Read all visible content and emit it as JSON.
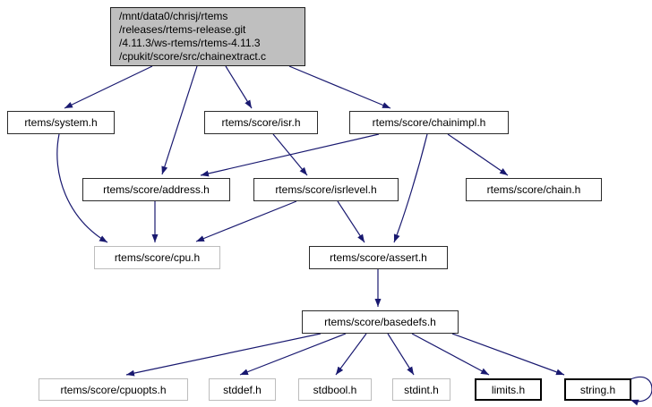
{
  "diagram": {
    "type": "include-dependency-graph",
    "background_color": "#ffffff",
    "edge_color": "#191970",
    "root_fill_color": "#bfbfbf",
    "nodes": [
      {
        "id": "main",
        "label": "/mnt/data0/chrisj/rtems\n/releases/rtems-release.git\n/4.11.3/ws-rtems/rtems-4.11.3\n/cpukit/score/src/chainextract.c",
        "style": "root"
      },
      {
        "id": "system",
        "label": "rtems/system.h",
        "style": "normal"
      },
      {
        "id": "isr",
        "label": "rtems/score/isr.h",
        "style": "normal"
      },
      {
        "id": "chainimpl",
        "label": "rtems/score/chainimpl.h",
        "style": "normal"
      },
      {
        "id": "address",
        "label": "rtems/score/address.h",
        "style": "normal"
      },
      {
        "id": "isrlevel",
        "label": "rtems/score/isrlevel.h",
        "style": "normal"
      },
      {
        "id": "chain",
        "label": "rtems/score/chain.h",
        "style": "normal"
      },
      {
        "id": "cpu",
        "label": "rtems/score/cpu.h",
        "style": "muted"
      },
      {
        "id": "assert",
        "label": "rtems/score/assert.h",
        "style": "normal"
      },
      {
        "id": "basedefs",
        "label": "rtems/score/basedefs.h",
        "style": "normal"
      },
      {
        "id": "cpuopts",
        "label": "rtems/score/cpuopts.h",
        "style": "muted"
      },
      {
        "id": "stddef",
        "label": "stddef.h",
        "style": "muted"
      },
      {
        "id": "stdbool",
        "label": "stdbool.h",
        "style": "muted"
      },
      {
        "id": "stdint",
        "label": "stdint.h",
        "style": "muted"
      },
      {
        "id": "limits",
        "label": "limits.h",
        "style": "bold"
      },
      {
        "id": "string",
        "label": "string.h",
        "style": "bold"
      }
    ],
    "edges": [
      {
        "from": "main",
        "to": "system"
      },
      {
        "from": "main",
        "to": "address"
      },
      {
        "from": "main",
        "to": "isr"
      },
      {
        "from": "main",
        "to": "chainimpl"
      },
      {
        "from": "system",
        "to": "cpu"
      },
      {
        "from": "isr",
        "to": "isrlevel"
      },
      {
        "from": "chainimpl",
        "to": "address"
      },
      {
        "from": "chainimpl",
        "to": "assert"
      },
      {
        "from": "chainimpl",
        "to": "chain"
      },
      {
        "from": "address",
        "to": "cpu"
      },
      {
        "from": "isrlevel",
        "to": "cpu"
      },
      {
        "from": "isrlevel",
        "to": "assert"
      },
      {
        "from": "assert",
        "to": "basedefs"
      },
      {
        "from": "basedefs",
        "to": "cpuopts"
      },
      {
        "from": "basedefs",
        "to": "stddef"
      },
      {
        "from": "basedefs",
        "to": "stdbool"
      },
      {
        "from": "basedefs",
        "to": "stdint"
      },
      {
        "from": "basedefs",
        "to": "limits"
      },
      {
        "from": "basedefs",
        "to": "string"
      },
      {
        "from": "string",
        "to": "string"
      }
    ]
  }
}
